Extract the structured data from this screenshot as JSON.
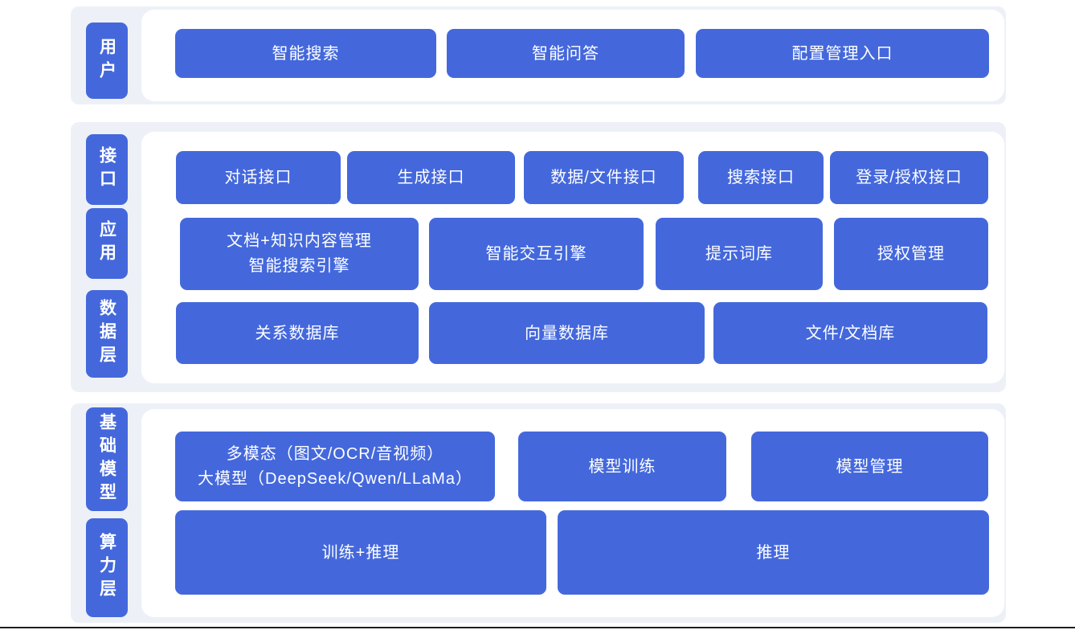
{
  "colors": {
    "box_blue": "#4468dc",
    "panel_gray": "#edf1f7",
    "card_white": "#ffffff",
    "text_white": "#ffffff"
  },
  "user_layer": {
    "label": "用户",
    "boxes": [
      "智能搜索",
      "智能问答",
      "配置管理入口"
    ]
  },
  "middle": {
    "labels": {
      "interface": "接口",
      "application": "应用",
      "data": "数据层"
    },
    "interface_row": [
      "对话接口",
      "生成接口",
      "数据/文件接口",
      "搜索接口",
      "登录/授权接口"
    ],
    "application_row": [
      "文档+知识内容管理\n智能搜索引擎",
      "智能交互引擎",
      "提示词库",
      "授权管理"
    ],
    "data_row": [
      "关系数据库",
      "向量数据库",
      "文件/文档库"
    ]
  },
  "bottom": {
    "labels": {
      "foundation_model": "基础模型",
      "compute": "算力层"
    },
    "model_row": [
      "多模态（图文/OCR/音视频）\n大模型（DeepSeek/Qwen/LLaMa）",
      "模型训练",
      "模型管理"
    ],
    "compute_row": [
      "训练+推理",
      "推理"
    ]
  }
}
